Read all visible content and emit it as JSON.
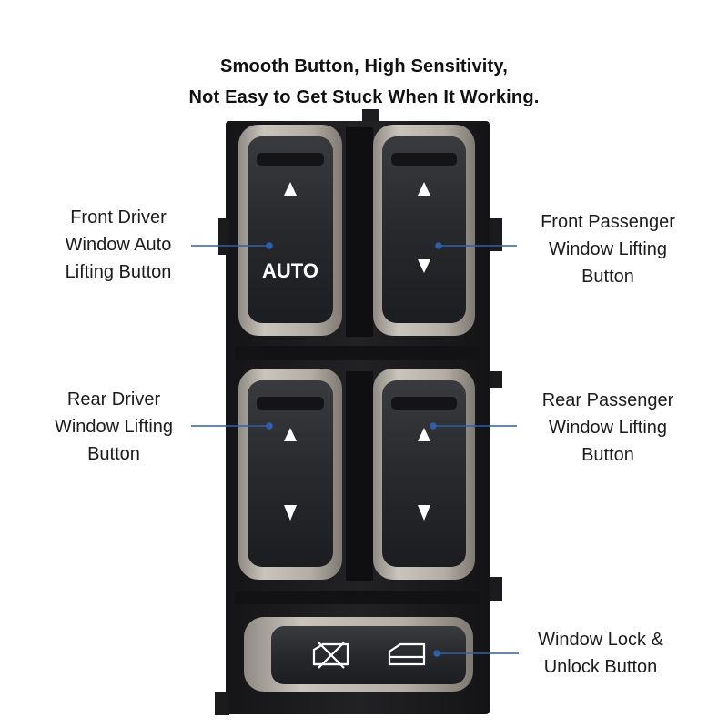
{
  "headline": {
    "line1": "Smooth Button, High Sensitivity,",
    "line2": "Not Easy to Get Stuck When It Working."
  },
  "callouts": {
    "front_driver": [
      "Front Driver",
      "Window Auto",
      "Lifting Button"
    ],
    "front_passenger": [
      "Front Passenger",
      "Window Lifting",
      "Button"
    ],
    "rear_driver": [
      "Rear Driver",
      "Window Lifting",
      "Button"
    ],
    "rear_passenger": [
      "Rear Passenger",
      "Window Lifting",
      "Button"
    ],
    "lock": [
      "Window Lock &",
      "Unlock Button"
    ]
  },
  "switch": {
    "auto_label": "AUTO",
    "up_glyph": "▲",
    "down_glyph": "▼",
    "icons": [
      "window-locked-icon",
      "window-unlocked-icon"
    ]
  },
  "colors": {
    "housing": "#1b1b1d",
    "bezel": "#a9a39b",
    "button": "#26272a",
    "accent_line": "#2f5fa8",
    "glyph": "#ffffff"
  }
}
